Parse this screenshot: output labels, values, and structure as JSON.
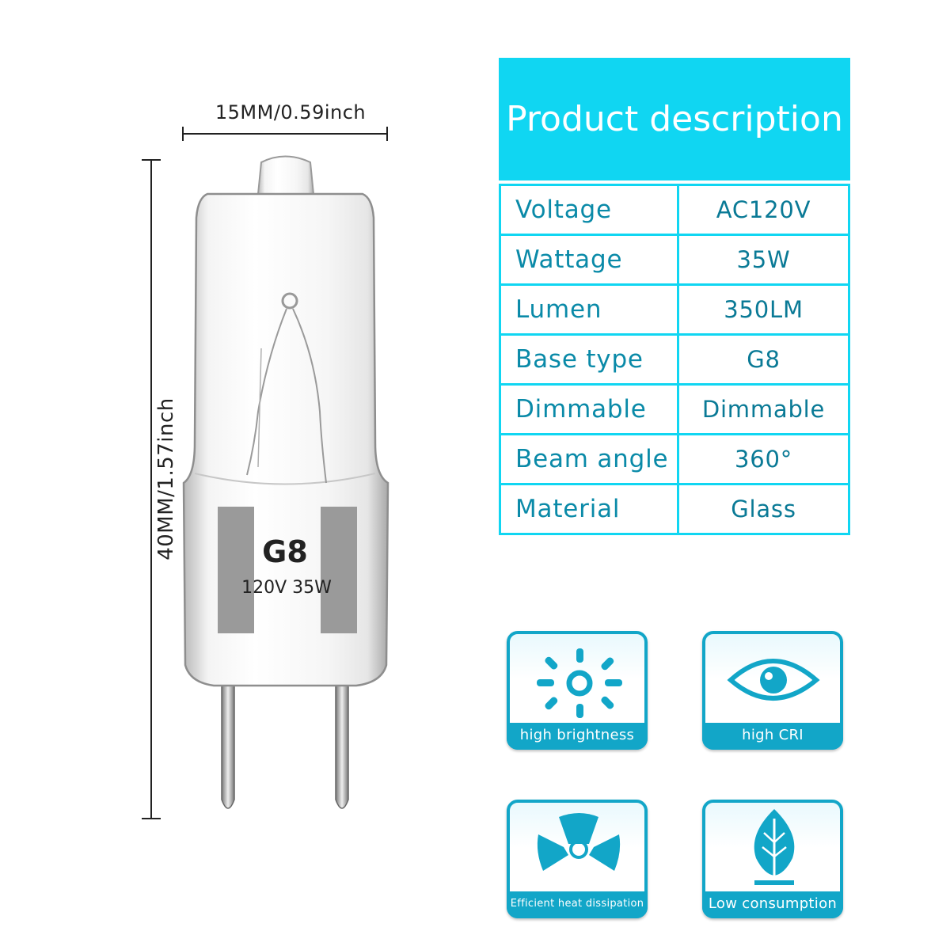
{
  "dimensions": {
    "width_label": "15MM/0.59inch",
    "height_label": "40MM/1.57inch"
  },
  "bulb": {
    "base_label": "G8",
    "rating_label": "120V 35W"
  },
  "description": {
    "title": "Product description",
    "rows": [
      {
        "key": "Voltage",
        "value": "AC120V"
      },
      {
        "key": "Wattage",
        "value": "35W"
      },
      {
        "key": "Lumen",
        "value": "350LM"
      },
      {
        "key": "Base type",
        "value": "G8"
      },
      {
        "key": "Dimmable",
        "value": "Dimmable"
      },
      {
        "key": "Beam angle",
        "value": "360°"
      },
      {
        "key": "Material",
        "value": "Glass"
      }
    ]
  },
  "features": [
    {
      "label": "high brightness",
      "icon": "sun-icon"
    },
    {
      "label": "high CRI",
      "icon": "eye-icon"
    },
    {
      "label": "Efficient heat dissipation",
      "icon": "fan-icon"
    },
    {
      "label": "Low consumption",
      "icon": "leaf-icon"
    }
  ],
  "colors": {
    "accent": "#10d6f2",
    "icon_blue": "#12a6c8",
    "text_blue": "#0a8aa8"
  }
}
